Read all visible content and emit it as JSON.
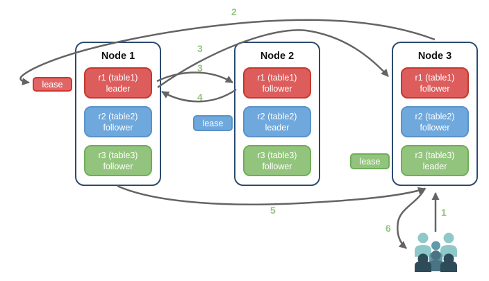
{
  "diagram": {
    "title": "",
    "nodes": [
      {
        "name": "Node 1",
        "replicas": [
          {
            "label": "r1 (table1)",
            "role": "leader",
            "color_key": "red"
          },
          {
            "label": "r2 (table2)",
            "role": "follower",
            "color_key": "blue"
          },
          {
            "label": "r3 (table3)",
            "role": "follower",
            "color_key": "green"
          }
        ]
      },
      {
        "name": "Node 2",
        "replicas": [
          {
            "label": "r1 (table1)",
            "role": "follower",
            "color_key": "red"
          },
          {
            "label": "r2 (table2)",
            "role": "leader",
            "color_key": "blue"
          },
          {
            "label": "r3 (table3)",
            "role": "follower",
            "color_key": "green"
          }
        ]
      },
      {
        "name": "Node 3",
        "replicas": [
          {
            "label": "r1 (table1)",
            "role": "follower",
            "color_key": "red"
          },
          {
            "label": "r2 (table2)",
            "role": "follower",
            "color_key": "blue"
          },
          {
            "label": "r3 (table3)",
            "role": "leader",
            "color_key": "green"
          }
        ]
      }
    ],
    "leases": [
      {
        "label": "lease",
        "color_key": "red"
      },
      {
        "label": "lease",
        "color_key": "blue"
      },
      {
        "label": "lease",
        "color_key": "green"
      }
    ],
    "step_labels": {
      "s1": "1",
      "s2": "2",
      "s3a": "3",
      "s3b": "3",
      "s4": "4",
      "s5": "5",
      "s6": "6"
    },
    "icon": {
      "name": "users-group-icon"
    },
    "colors": {
      "replica_red": "#DD5C5C",
      "replica_red_border": "#C4392E",
      "replica_blue": "#6FA8DC",
      "replica_blue_border": "#5B93C9",
      "replica_green": "#93C47D",
      "replica_green_border": "#6FAE58",
      "node_border": "#2B4A6F",
      "arrow": "#646464",
      "step_label": "#93C47D",
      "users_light": "#8FC8C8",
      "users_mid": "#5F9BA8",
      "users_front": "#4A7383",
      "users_dark": "#2E4B59"
    }
  }
}
